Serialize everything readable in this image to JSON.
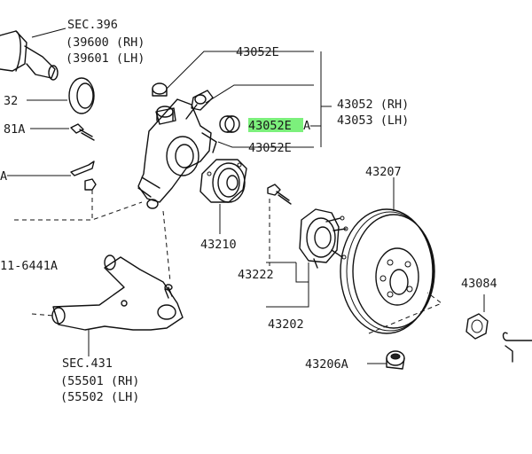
{
  "labels": {
    "sec396": "SEC.396",
    "p39600": "(39600 (RH)",
    "p39601": "(39601 (LH)",
    "p32": "32",
    "p81a": "81A",
    "pA": "A",
    "p6441a": "11-6441A",
    "p43052e_top": "43052E",
    "p43052e_mid": "43052E",
    "p43052e_mid_suffix": "A",
    "p43052e_low": "43052E",
    "p43052rh": "43052 (RH)",
    "p43053lh": "43053 (LH)",
    "p43207": "43207",
    "p43210": "43210",
    "p43222": "43222",
    "p43202": "43202",
    "p43084": "43084",
    "p43206a": "43206A",
    "sec431": "SEC.431",
    "p55501": "(55501 (RH)",
    "p55502": "(55502 (LH)"
  },
  "colors": {
    "highlight": "#7cf07c",
    "ink": "#111111"
  }
}
